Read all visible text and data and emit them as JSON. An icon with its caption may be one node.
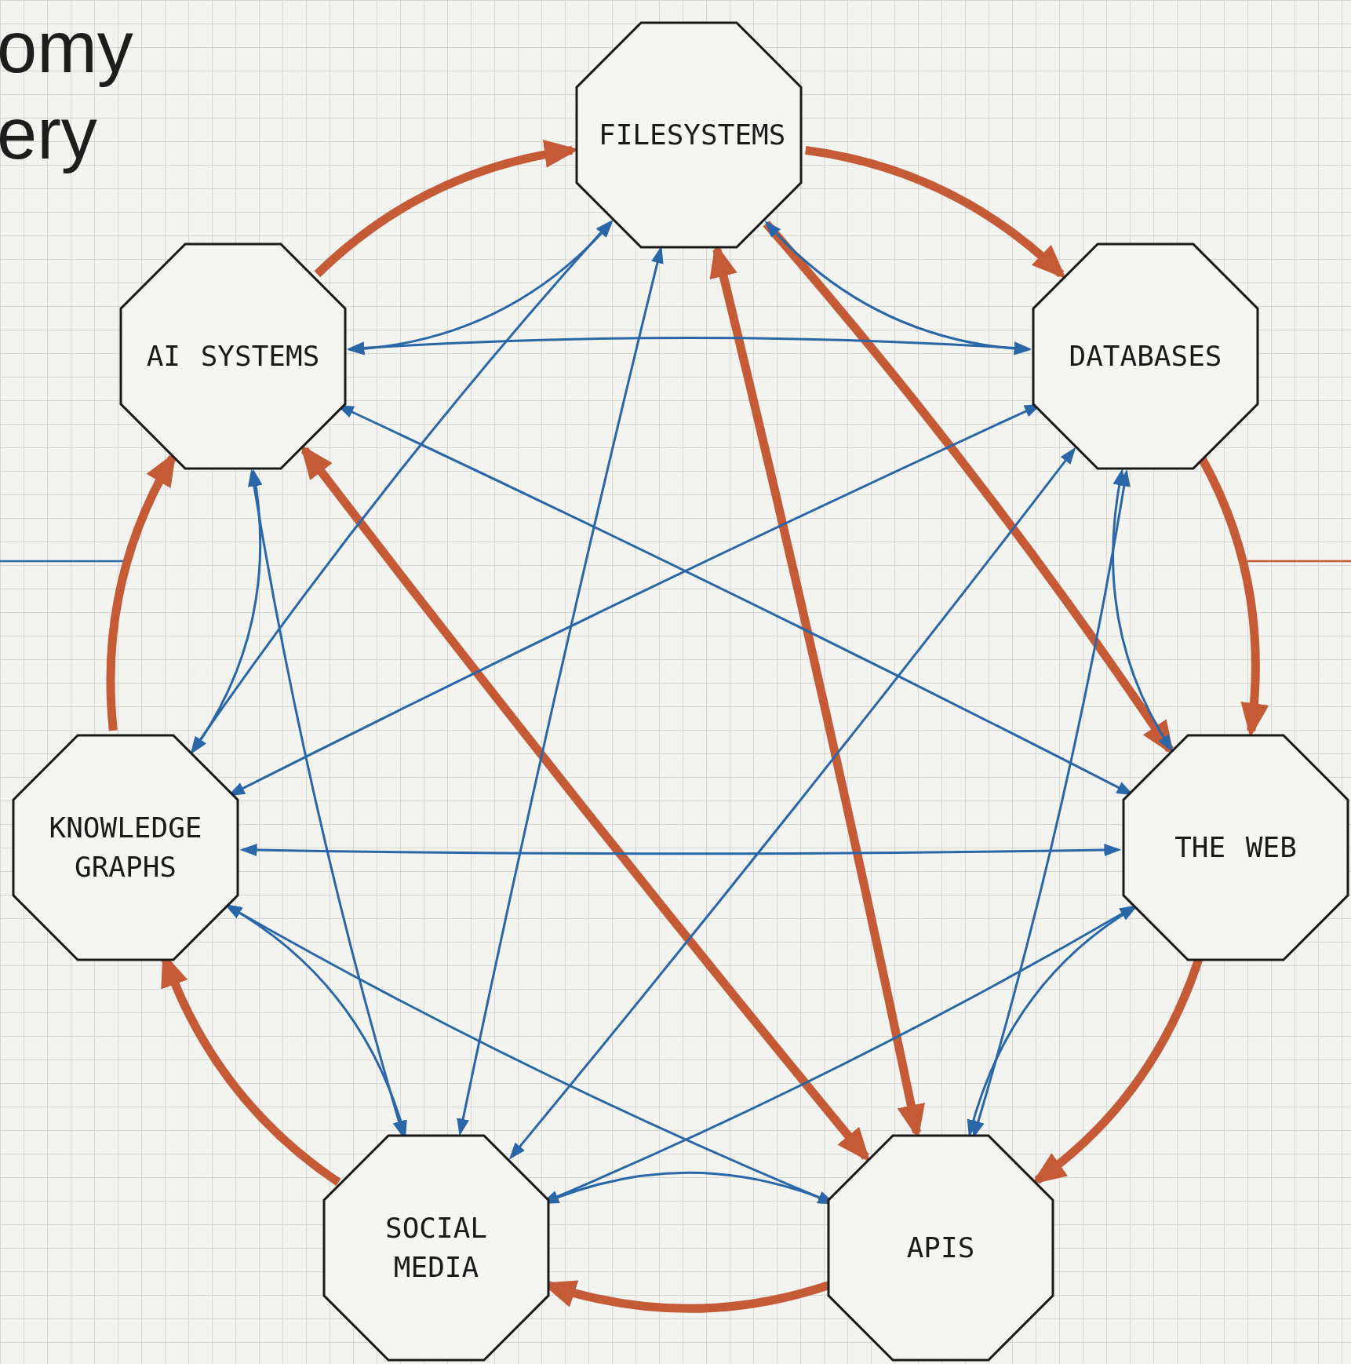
{
  "diagram": {
    "nodes": [
      {
        "text": [
          "FILESYSTEMS"
        ]
      },
      {
        "text": [
          "AI SYSTEMS"
        ]
      },
      {
        "text": [
          "DATABASES"
        ]
      },
      {
        "text": [
          "KNOWLEDGE GRAPHS"
        ]
      },
      {
        "text": [
          "THE WEB"
        ]
      },
      {
        "text": [
          "SOCIAL MEDIA"
        ]
      },
      {
        "text": [
          "APIS"
        ]
      }
    ],
    "edges": [
      {
        "from": 1,
        "to": 0,
        "arrow": "to",
        "style": "thick",
        "color": "#c55a36"
      },
      {
        "from": 0,
        "to": 2,
        "arrow": "to",
        "style": "thick",
        "color": "#c55a36"
      },
      {
        "from": 2,
        "to": 4,
        "arrow": "to",
        "style": "thick",
        "color": "#c55a36"
      },
      {
        "from": 4,
        "to": 6,
        "arrow": "to",
        "style": "thick",
        "color": "#c55a36"
      },
      {
        "from": 6,
        "to": 5,
        "arrow": "to",
        "style": "thick",
        "color": "#c55a36"
      },
      {
        "from": 5,
        "to": 3,
        "arrow": "to",
        "style": "thick",
        "color": "#c55a36"
      },
      {
        "from": 3,
        "to": 1,
        "arrow": "to",
        "style": "thick",
        "color": "#c55a36"
      },
      {
        "from": 0,
        "to": 4,
        "arrow": "to",
        "style": "thick",
        "color": "#c55a36"
      },
      {
        "from": 0,
        "to": 6,
        "arrow": "both",
        "style": "thick",
        "color": "#c55a36"
      },
      {
        "from": 1,
        "to": 6,
        "arrow": "both",
        "style": "thick",
        "color": "#c55a36"
      },
      {
        "from": 1,
        "to": 0,
        "arrow": "both"
      },
      {
        "from": 1,
        "to": 2,
        "arrow": "both"
      },
      {
        "from": 1,
        "to": 4,
        "arrow": "both"
      },
      {
        "from": 1,
        "to": 3,
        "arrow": "both"
      },
      {
        "from": 1,
        "to": 5,
        "arrow": "both"
      },
      {
        "from": 0,
        "to": 2,
        "arrow": "both"
      },
      {
        "from": 0,
        "to": 3,
        "arrow": "both"
      },
      {
        "from": 0,
        "to": 5,
        "arrow": "both"
      },
      {
        "from": 2,
        "to": 3,
        "arrow": "both"
      },
      {
        "from": 2,
        "to": 4,
        "arrow": "both"
      },
      {
        "from": 2,
        "to": 6,
        "arrow": "both"
      },
      {
        "from": 2,
        "to": 5,
        "arrow": "both"
      },
      {
        "from": 3,
        "to": 4,
        "arrow": "both"
      },
      {
        "from": 3,
        "to": 6,
        "arrow": "both"
      },
      {
        "from": 3,
        "to": 5,
        "arrow": "both"
      },
      {
        "from": 4,
        "to": 5,
        "arrow": "both"
      },
      {
        "from": 4,
        "to": 6,
        "arrow": "both"
      },
      {
        "from": 5,
        "to": 6,
        "arrow": "both"
      }
    ],
    "labels": [
      "omy",
      "ery"
    ]
  }
}
